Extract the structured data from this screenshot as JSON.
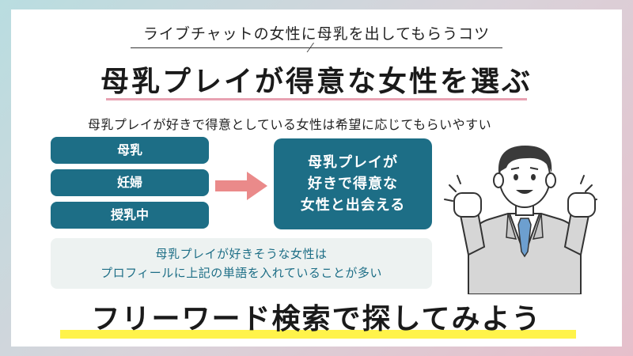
{
  "header": {
    "subtitle": "ライブチャットの女性に母乳を出してもらうコツ",
    "title": "母乳プレイが得意な女性を選ぶ"
  },
  "lead_text": "母乳プレイが好きで得意としている女性は希望に応じてもらいやすい",
  "keywords": [
    "母乳",
    "妊婦",
    "授乳中"
  ],
  "result": {
    "lines": [
      "母乳プレイが",
      "好きで得意な",
      "女性と出会える"
    ]
  },
  "note": {
    "lines": [
      "母乳プレイが好きそうな女性は",
      "プロフィールに上記の単語を入れていることが多い"
    ]
  },
  "bottom_text": "フリーワード検索で探してみよう",
  "colors": {
    "box": "#1d6e86",
    "arrow": "#ea8a8a",
    "title_rule": "#e8a2b2",
    "highlight": "#fff34a"
  }
}
